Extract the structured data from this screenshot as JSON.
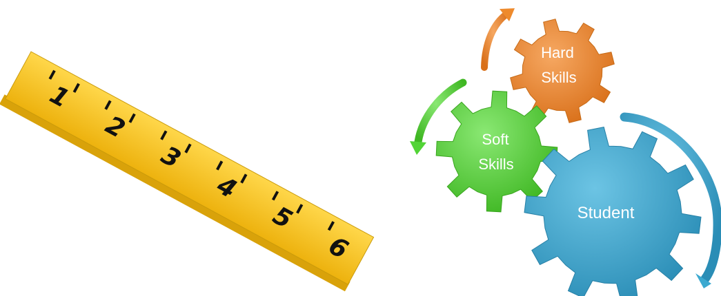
{
  "ruler": {
    "color": "#F7C21A",
    "numbers": [
      "1",
      "2",
      "3",
      "4",
      "5",
      "6"
    ]
  },
  "gears": {
    "hard": {
      "label_line1": "Hard",
      "label_line2": "Skills",
      "color": "#EE8A2C"
    },
    "soft": {
      "label_line1": "Soft",
      "label_line2": "Skills",
      "color": "#52D436"
    },
    "student": {
      "label": "Student",
      "color": "#3CA9D0"
    }
  },
  "arrows": {
    "orange_color": "#EE8A2C",
    "green_color": "#52D436",
    "blue_color": "#3CA9D0"
  }
}
